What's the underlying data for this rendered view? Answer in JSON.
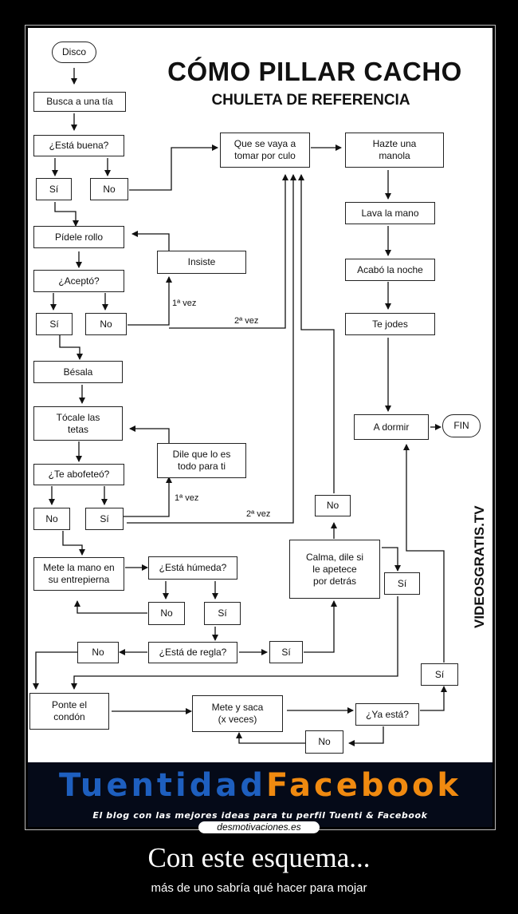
{
  "title": "CÓMO PILLAR CACHO",
  "subtitle": "CHULETA DE REFERENCIA",
  "vertical_text": "VIDEOSGRATIS.TV",
  "nodes": {
    "disco": "Disco",
    "busca": "Busca a una tía",
    "esta_buena": "¿Está buena?",
    "si1": "Sí",
    "no1": "No",
    "que_se_vaya": "Que se vaya a\ntomar por culo",
    "hazte": "Hazte una\nmanola",
    "lava": "Lava la mano",
    "acabo": "Acabó la noche",
    "te_jodes": "Te jodes",
    "pidele": "Pídele rollo",
    "insiste": "Insiste",
    "acepto": "¿Aceptó?",
    "si2": "Sí",
    "no2": "No",
    "besala": "Bésala",
    "tocale": "Tócale las\ntetas",
    "dile": "Dile que lo es\ntodo para ti",
    "abofeteo": "¿Te abofeteó?",
    "no3": "No",
    "si3": "Sí",
    "mete_mano": "Mete la mano en\nsu entrepierna",
    "humeda": "¿Está húmeda?",
    "no4": "No",
    "si4": "Sí",
    "regla": "¿Está de regla?",
    "no5": "No",
    "si5": "Sí",
    "calma": "Calma, dile si\nle apetece\npor detrás",
    "no6": "No",
    "si6": "Sí",
    "a_dormir": "A dormir",
    "fin": "FIN",
    "ponte": "Ponte el\ncondón",
    "mete_saca": "Mete y saca\n(x veces)",
    "ya_esta": "¿Ya está?",
    "si7": "Sí",
    "no7": "No"
  },
  "edge_labels": {
    "vez1_a": "1ª vez",
    "vez2_a": "2ª vez",
    "vez1_b": "1ª vez",
    "vez2_b": "2ª vez"
  },
  "banner": {
    "brand_part1": "Tuentidad",
    "brand_part2": "Facebook",
    "tagline": "El blog con las mejores ideas para tu perfil Tuenti & Facebook",
    "brand_colors": {
      "part1": "#1e5fbf",
      "part2": "#f08a10"
    }
  },
  "watermark": "desmotivaciones.es",
  "caption": "Con este esquema...",
  "subcaption": "más de uno sabría qué hacer para mojar"
}
